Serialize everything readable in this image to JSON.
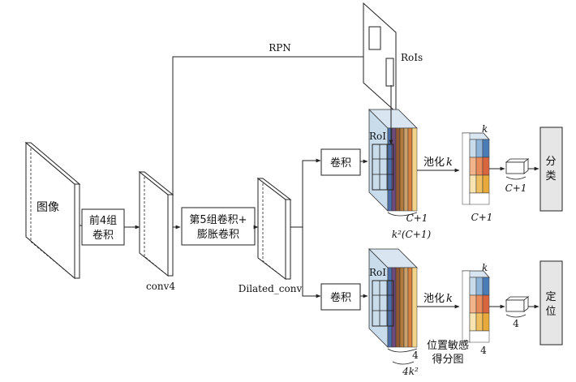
{
  "labels": {
    "image": "图像",
    "first4_line1": "前4组",
    "first4_line2": "卷积",
    "conv4": "conv4",
    "fifth_line1": "第5组卷积+",
    "fifth_line2": "膨胀卷积",
    "dilated_conv": "Dilated_conv",
    "rpn": "RPN",
    "rois": "RoIs",
    "conv_top": "卷积",
    "conv_bottom": "卷积",
    "roi_top": "RoI",
    "roi_bottom": "RoI",
    "pool_top": "池化",
    "pool_bottom": "池化",
    "k_pool_top": "k",
    "k_pool_bottom": "k",
    "k_top_block": "k",
    "k_bottom_block": "k",
    "c1_stack": "C+1",
    "k2c1": "k²(C+1)",
    "c1_pooled": "C+1",
    "c1_vector": "C+1",
    "four_stack": "4",
    "four_k2": "4k²",
    "four_pooled": "4",
    "four_vector": "4",
    "score_map_line1": "位置敏感",
    "score_map_line2": "得分图",
    "classify_line1": "分",
    "classify_line2": "类",
    "locate_line1": "定",
    "locate_line2": "位"
  },
  "colors": {
    "line": "#222222",
    "feature_front": "#c9dcec",
    "output_box": "#e6e6e6",
    "stack_colors": [
      "#f3d48a",
      "#e9a35a",
      "#d9823f",
      "#c9a06a",
      "#b07a3c",
      "#8f5a32",
      "#6f4a7a",
      "#4a6ea8"
    ],
    "pooled_col_left": [
      "#c9dcec",
      "#f2b48a",
      "#f3d48a"
    ],
    "pooled_col_mid": [
      "#8fb6d8",
      "#e98a5a",
      "#f0c060"
    ],
    "pooled_col_right": [
      "#4a7cb8",
      "#d9653f",
      "#e6a93a"
    ]
  }
}
